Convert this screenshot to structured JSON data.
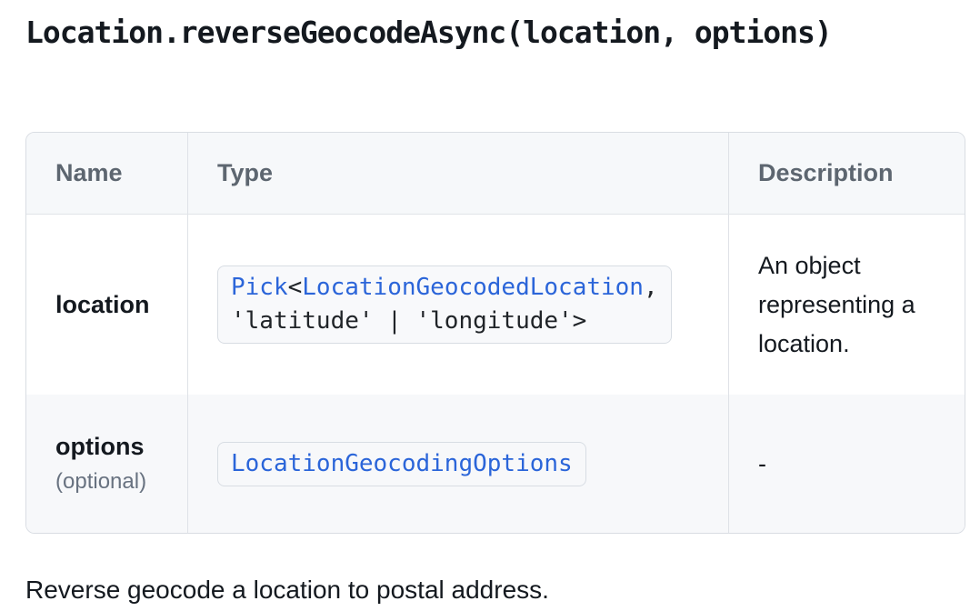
{
  "page": {
    "title": "Location.reverseGeocodeAsync(location, options)",
    "footer_text": "Reverse geocode a location to postal address."
  },
  "colors": {
    "link_blue": "#2b65d9",
    "header_text_gray": "#5d6670",
    "body_text": "#14191f",
    "table_border": "#d9dde3",
    "header_bg": "#f6f8fa",
    "alt_row_bg": "#f7f8fa"
  },
  "table": {
    "headers": [
      "Name",
      "Type",
      "Description"
    ],
    "rows": [
      {
        "name": "location",
        "optional_label": "",
        "type_code": {
          "link1": "Pick",
          "punct1": "<",
          "link2": "LocationGeocodedLocation",
          "punct2": ",",
          "line2": "'latitude' | 'longitude'>"
        },
        "description": "An object representing a location."
      },
      {
        "name": "options",
        "optional_label": "(optional)",
        "type_code": {
          "link1": "LocationGeocodingOptions"
        },
        "description": "-"
      }
    ]
  }
}
